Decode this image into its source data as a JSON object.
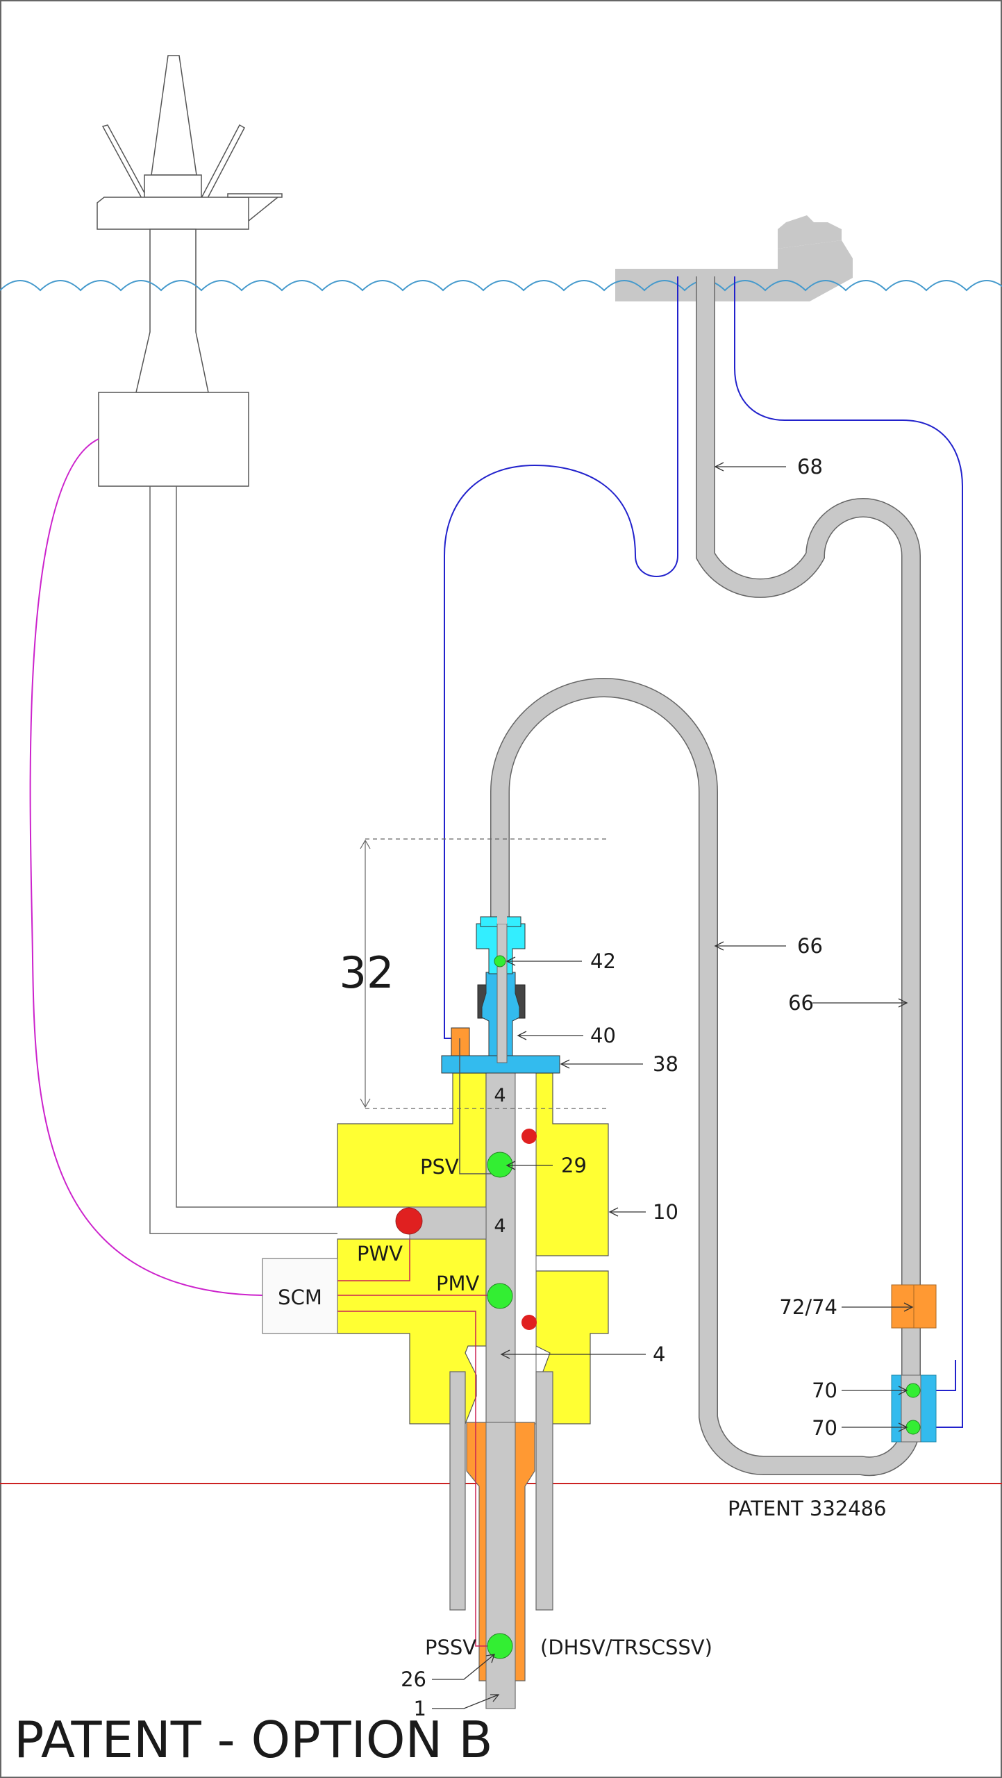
{
  "title": "PATENT - OPTION B",
  "patent_ref": "PATENT 332486",
  "labels": {
    "ref_32": "32",
    "ref_42": "42",
    "ref_40": "40",
    "ref_38": "38",
    "ref_29": "29",
    "ref_10": "10",
    "ref_4a": "4",
    "ref_4b": "4",
    "ref_4c": "4",
    "ref_66a": "66",
    "ref_66b": "66",
    "ref_68": "68",
    "ref_7274": "72/74",
    "ref_70a": "70",
    "ref_70b": "70",
    "ref_26": "26",
    "ref_1": "1",
    "psv": "PSV",
    "pwv": "PWV",
    "pmv": "PMV",
    "scm": "SCM",
    "pssv": "PSSV",
    "dhsv": "(DHSV/TRSCSSV)"
  },
  "colors": {
    "yellow": "#ffff33",
    "grey_pipe": "#c8c8c8",
    "blue_part": "#33bbee",
    "cyan_part": "#33eeff",
    "orange": "#ff9933",
    "green_valve": "#33ee33",
    "red_valve": "#e02020",
    "umbilical_blue": "#2222cc",
    "umbilical_magenta": "#cc22cc",
    "sea": "#4499cc",
    "seabed": "#cc2222"
  }
}
